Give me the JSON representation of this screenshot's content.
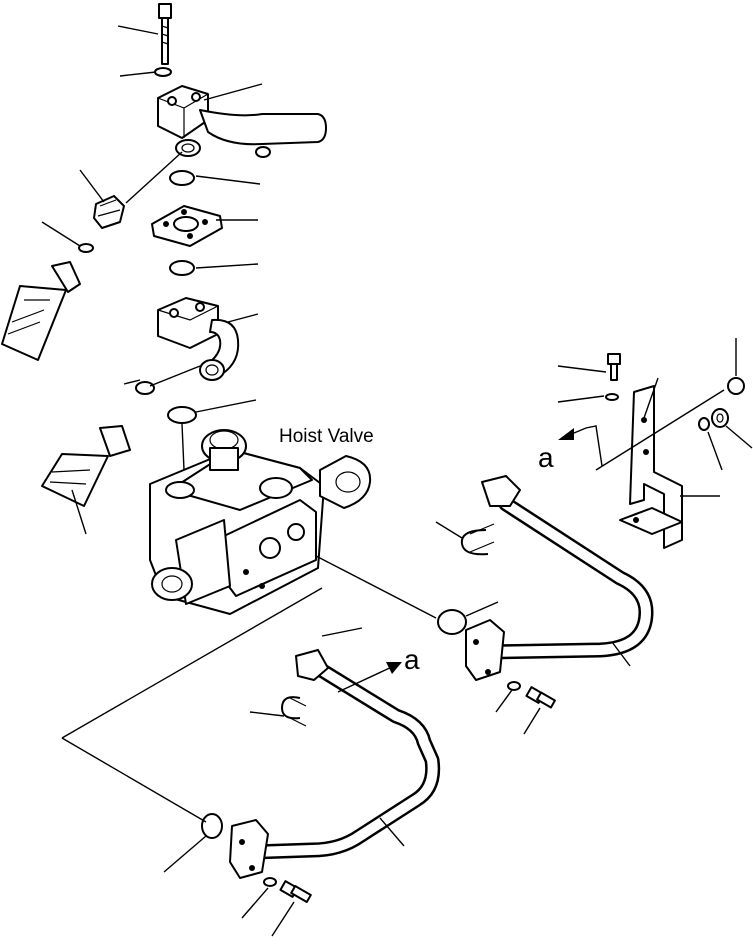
{
  "diagram": {
    "title_label": "Hoist Valve",
    "reference_labels": [
      {
        "id": "upper",
        "text": "a"
      },
      {
        "id": "lower",
        "text": "a"
      }
    ]
  }
}
